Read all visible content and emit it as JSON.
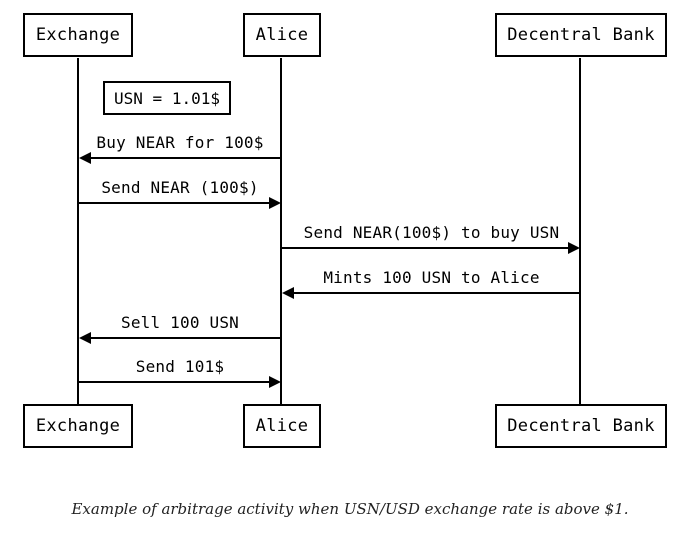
{
  "participants": {
    "exchange": "Exchange",
    "alice": "Alice",
    "bank": "Decentral Bank"
  },
  "note": "USN = 1.01$",
  "messages": [
    {
      "label": "Buy NEAR for 100$",
      "from": "Alice",
      "to": "Exchange"
    },
    {
      "label": "Send NEAR (100$)",
      "from": "Exchange",
      "to": "Alice"
    },
    {
      "label": "Send NEAR(100$) to buy USN",
      "from": "Alice",
      "to": "Decentral Bank"
    },
    {
      "label": "Mints 100 USN to Alice",
      "from": "Decentral Bank",
      "to": "Alice"
    },
    {
      "label": "Sell 100 USN",
      "from": "Alice",
      "to": "Exchange"
    },
    {
      "label": "Send 101$",
      "from": "Exchange",
      "to": "Alice"
    }
  ],
  "caption": "Example of arbitrage activity when USN/USD exchange rate is above $1."
}
